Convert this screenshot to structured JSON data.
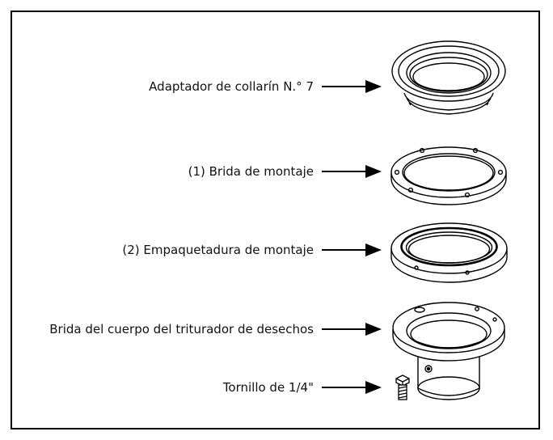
{
  "labels": {
    "adapter": "Adaptador de collarín N.° 7",
    "mounting_flange": "(1) Brida de montaje",
    "mounting_gasket": "(2) Empaquetadura de montaje",
    "disposer_flange": "Brida del cuerpo del triturador de desechos",
    "screw": "Tornillo de 1/4\""
  },
  "colors": {
    "line": "#000000",
    "background": "#ffffff"
  }
}
